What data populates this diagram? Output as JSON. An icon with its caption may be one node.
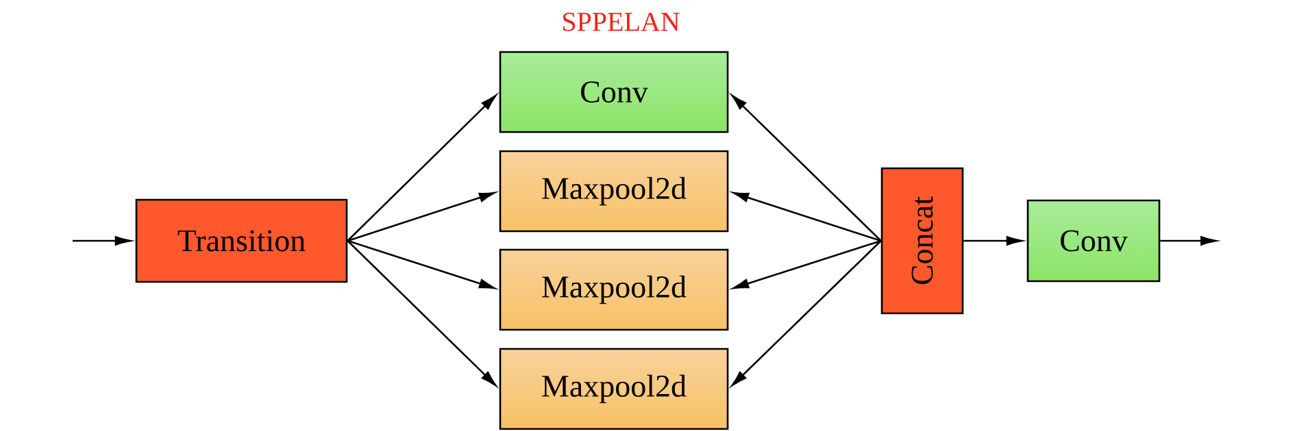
{
  "diagram": {
    "title": "SPPELAN",
    "nodes": [
      {
        "text": [
          "Transition"
        ]
      },
      {
        "text": [
          "Conv"
        ]
      },
      {
        "text": [
          "Maxpool2d"
        ]
      },
      {
        "text": [
          "Maxpool2d"
        ]
      },
      {
        "text": [
          "Maxpool2d"
        ]
      },
      {
        "text": [
          "Concat"
        ]
      },
      {
        "text": [
          "Conv"
        ]
      }
    ],
    "edges": [
      {
        "from": null,
        "to": 0,
        "arrow": "to"
      },
      {
        "from": 0,
        "to": 1,
        "arrow": "to"
      },
      {
        "from": 0,
        "to": 2,
        "arrow": "to"
      },
      {
        "from": 0,
        "to": 3,
        "arrow": "to"
      },
      {
        "from": 0,
        "to": 4,
        "arrow": "to"
      },
      {
        "from": 5,
        "to": 1,
        "arrow": "to"
      },
      {
        "from": 5,
        "to": 2,
        "arrow": "to"
      },
      {
        "from": 5,
        "to": 3,
        "arrow": "to"
      },
      {
        "from": 5,
        "to": 4,
        "arrow": "to"
      },
      {
        "from": 5,
        "to": 6,
        "arrow": "to"
      },
      {
        "from": 6,
        "to": null,
        "arrow": "to"
      }
    ]
  }
}
